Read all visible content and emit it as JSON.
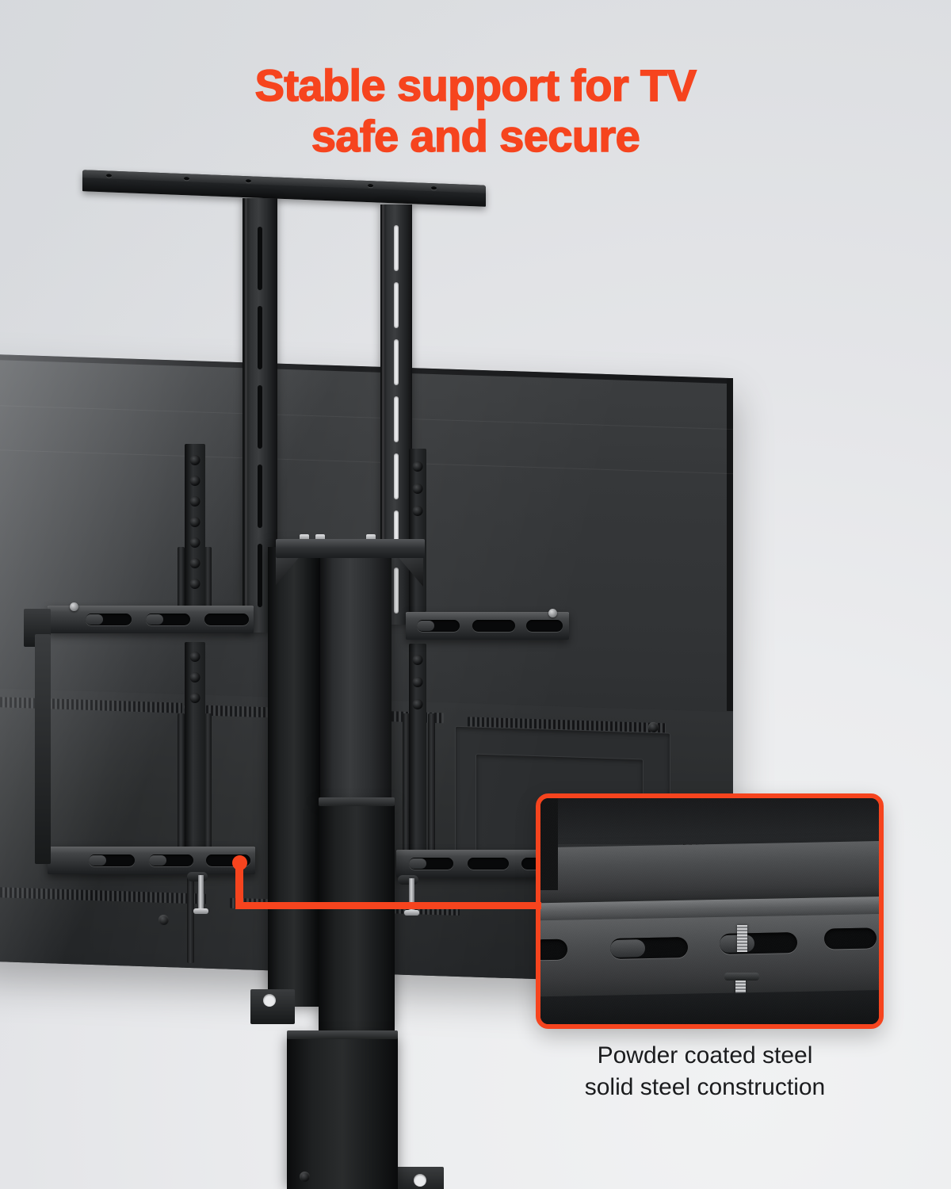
{
  "page": {
    "background_color": "#e4e5e8",
    "accent_color": "#f6441e"
  },
  "headline": {
    "line1": "Stable support for TV",
    "line2": "safe and secure",
    "color": "#f6441e"
  },
  "product_image": {
    "subject": "tv-mount-bracket-on-television-back",
    "components": [
      "top-shelf-plate",
      "vertical-slotted-posts",
      "vesa-mount-rails",
      "vesa-arms",
      "telescoping-center-column",
      "television-rear-panel"
    ]
  },
  "callout": {
    "border_color": "#f6441e",
    "subject": "close-up-of-powder-coated-steel-rail-with-slots-and-bolt",
    "caption_line1": "Powder coated steel",
    "caption_line2": "solid steel construction",
    "caption_color": "#1b1c1e"
  },
  "connector": {
    "dot_color": "#f6441e",
    "line_color": "#f6441e"
  }
}
